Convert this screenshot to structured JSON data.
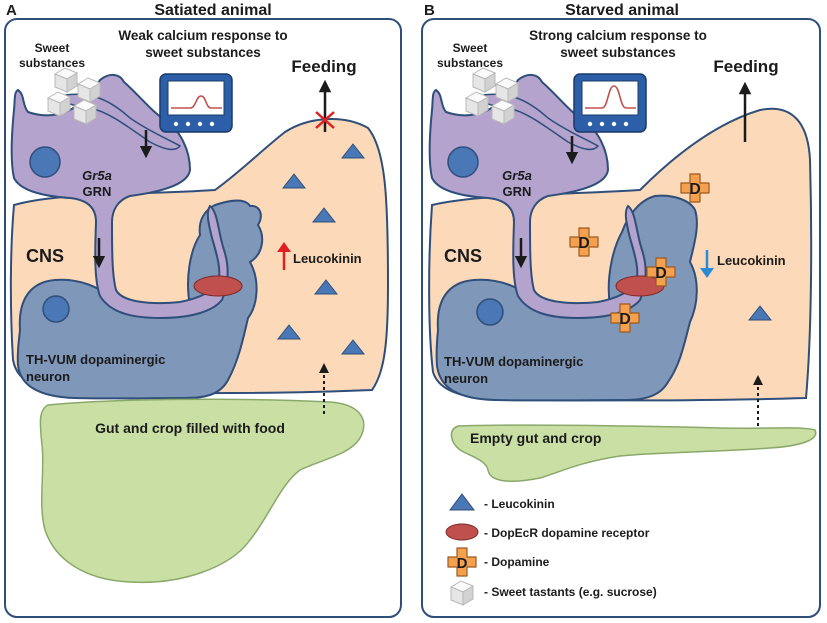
{
  "panel_a": {
    "letter": "A",
    "title": "Satiated animal",
    "calcium_line1": "Weak calcium response to",
    "calcium_line2": "sweet substances",
    "sweet_line1": "Sweet",
    "sweet_line2": "substances",
    "feeding": "Feeding",
    "grn_italic": "Gr5a",
    "grn": "GRN",
    "cns": "CNS",
    "leucokinin": "Leucokinin",
    "thvum_line1": "TH-VUM dopaminergic",
    "thvum_line2": "neuron",
    "gut": "Gut and crop filled with food"
  },
  "panel_b": {
    "letter": "B",
    "title": "Starved animal",
    "calcium_line1": "Strong calcium response to",
    "calcium_line2": "sweet substances",
    "sweet_line1": "Sweet",
    "sweet_line2": "substances",
    "feeding": "Feeding",
    "grn_italic": "Gr5a",
    "grn": "GRN",
    "cns": "CNS",
    "leucokinin": "Leucokinin",
    "thvum_line1": "TH-VUM dopaminergic",
    "thvum_line2": "neuron",
    "gut": "Empty gut and crop",
    "dopamine_letter": "D"
  },
  "legend": {
    "items": [
      {
        "label": "-  Leucokinin"
      },
      {
        "label": "-  DopEcR dopamine receptor"
      },
      {
        "label": "-  Dopamine",
        "glyph": "D"
      },
      {
        "label": "-  Sweet tastants (e.g. sucrose)"
      }
    ]
  },
  "colors": {
    "frame": "#2f4f7a",
    "cns": "#fcd9b8",
    "grn": "#b3a3cd",
    "thvum": "#7f97b8",
    "gut": "#c9dfa4",
    "leucokinin": "#4a77b5",
    "receptor": "#c0504d",
    "dopamine": "#f5a04e",
    "arrow_up": "#e02020",
    "arrow_down": "#2b8ad6"
  }
}
